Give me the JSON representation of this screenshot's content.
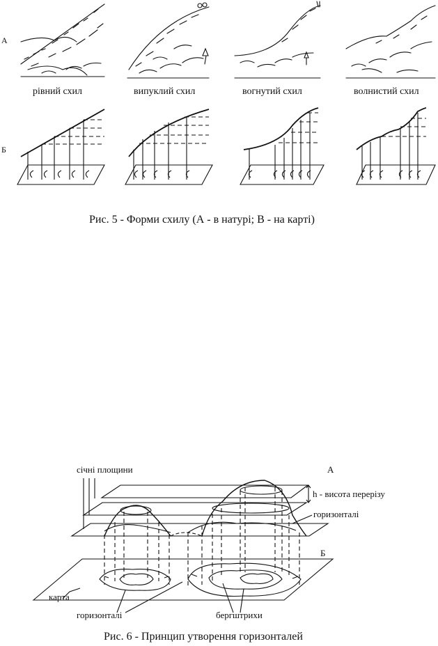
{
  "fig5": {
    "row_a": "А",
    "row_b": "Б",
    "captions": [
      "рівний схил",
      "випуклий схил",
      "вогнутий схил",
      "волнистий схил"
    ],
    "title": "Рис. 5 - Форми схилу (А - в натурі; В - на карті)"
  },
  "fig6": {
    "secant_planes": "січні площини",
    "letter_a": "А",
    "letter_b": "Б",
    "section_height": "h - висота перерізу",
    "contours_right": "горизонталі",
    "map": "карта",
    "contours_left": "горизонталі",
    "berg_strokes": "бергштрихи",
    "title": "Рис. 6 - Принцип утворення горизонталей"
  }
}
